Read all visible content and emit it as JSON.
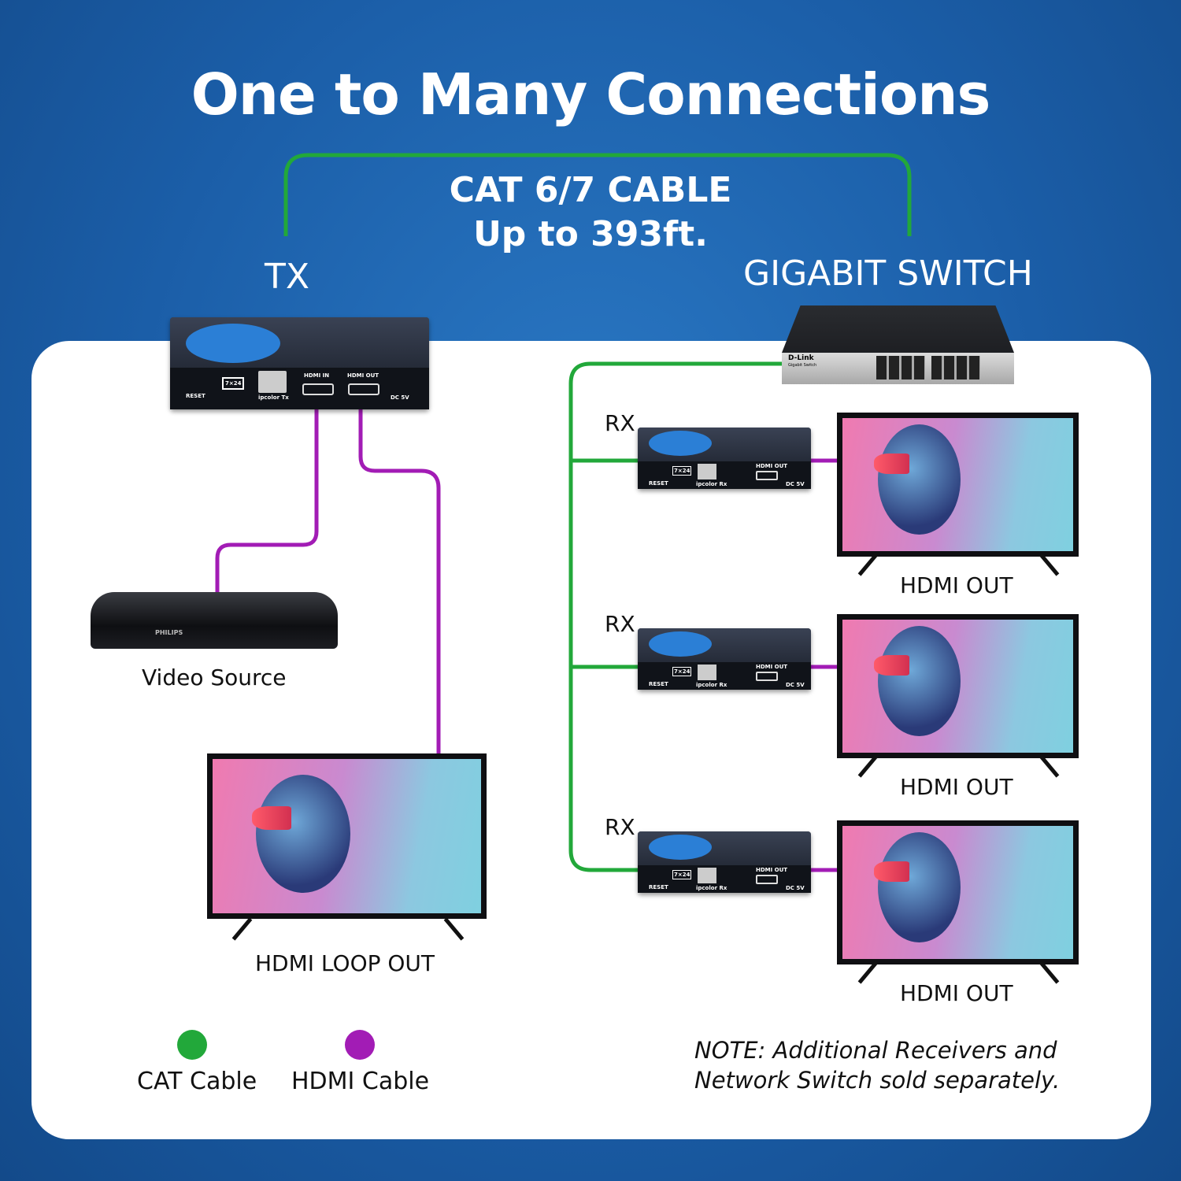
{
  "title": "One to Many Connections",
  "cable": {
    "line1": "CAT 6/7 CABLE",
    "line2": "Up to 393ft."
  },
  "labels": {
    "tx": "TX",
    "switch": "GIGABIT SWITCH",
    "rx": "RX",
    "video_source": "Video Source",
    "loop_out": "HDMI LOOP OUT",
    "hdmi_out": "HDMI OUT"
  },
  "tx_device": {
    "reset": "RESET",
    "badge": "7×24",
    "lan": "ipcolor Tx",
    "hdmi_in": "HDMI IN",
    "hdmi_out": "HDMI OUT",
    "dc": "DC 5V"
  },
  "rx_device": {
    "reset": "RESET",
    "badge": "7×24",
    "lan": "ipcolor Rx",
    "hdmi_out": "HDMI OUT",
    "dc": "DC 5V"
  },
  "switch_device": {
    "brand": "D-Link",
    "subtitle": "Gigabit Switch"
  },
  "player": {
    "brand": "PHILIPS"
  },
  "legend": [
    {
      "label": "CAT Cable",
      "color": "#22a83a"
    },
    {
      "label": "HDMI Cable",
      "color": "#a21cb5"
    }
  ],
  "note": {
    "line1": "NOTE: Additional Receivers and",
    "line2": "Network Switch sold separately."
  },
  "colors": {
    "cat": "#22a83a",
    "hdmi": "#a21cb5",
    "background": "#1b5ea8"
  }
}
